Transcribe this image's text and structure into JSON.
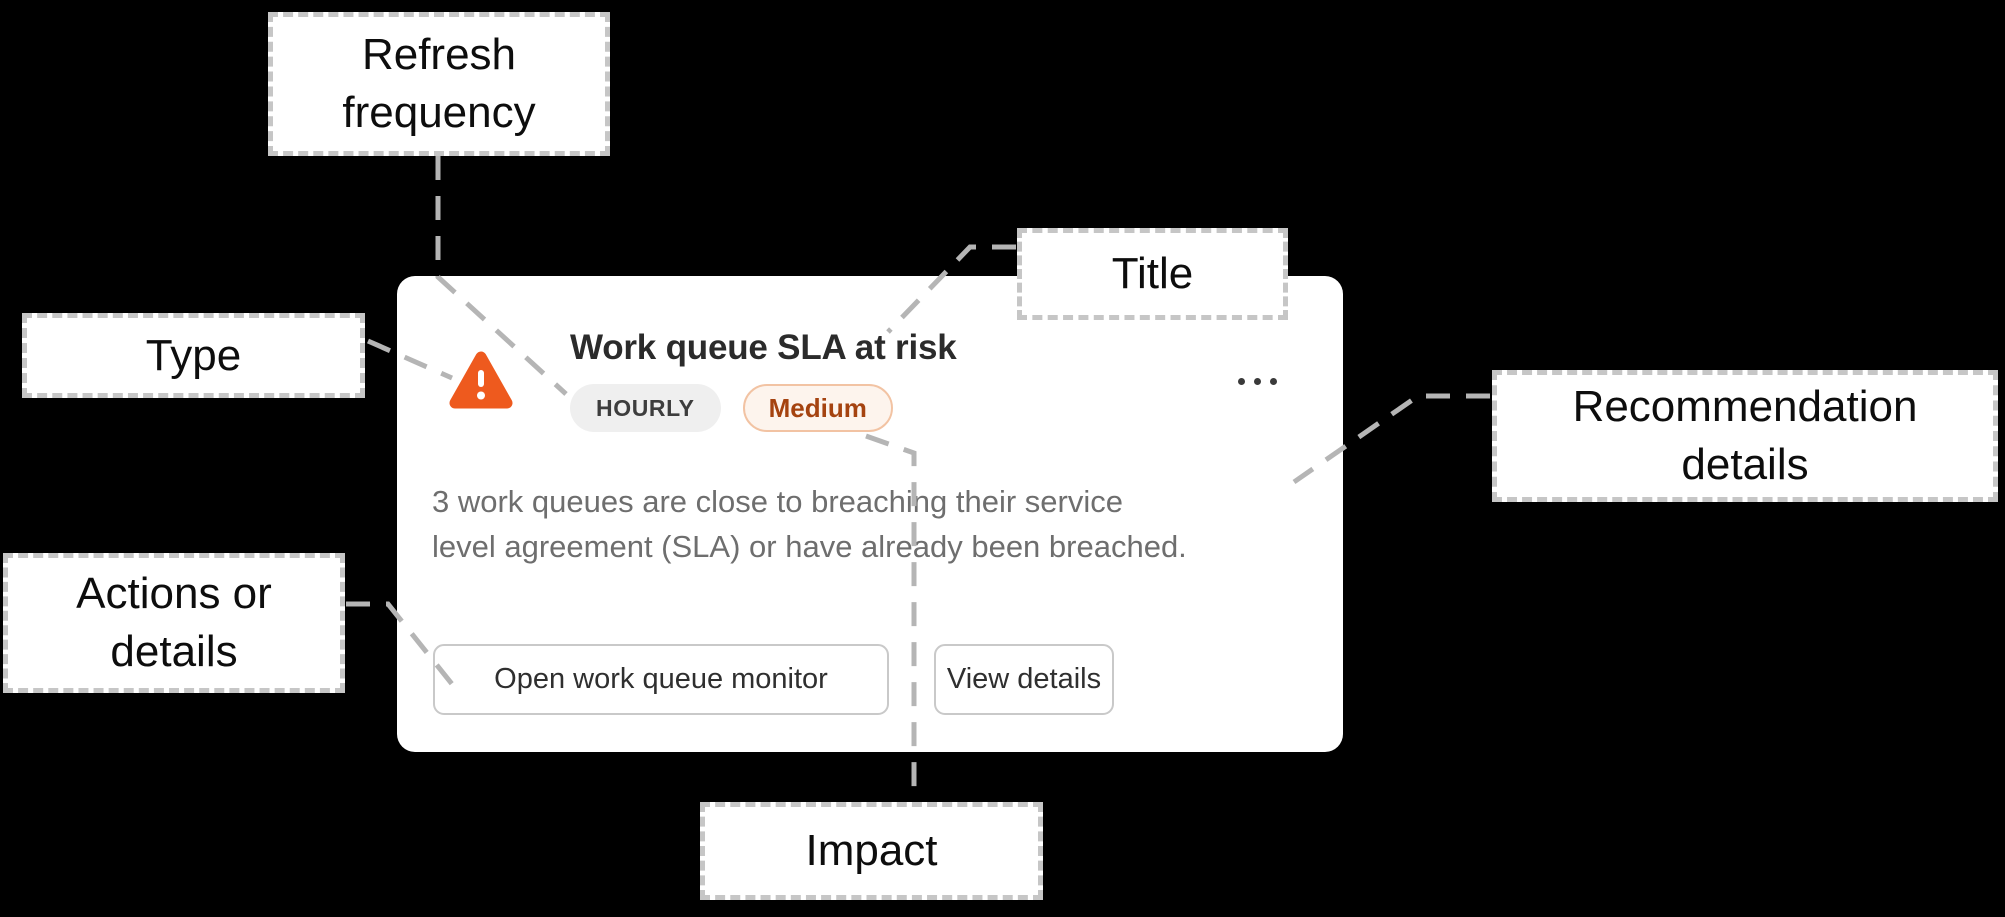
{
  "page": {
    "background": "#000000"
  },
  "card": {
    "title": "Work queue SLA at risk",
    "badges": [
      {
        "label": "HOURLY",
        "variant": "frequency"
      },
      {
        "label": "Medium",
        "variant": "impact"
      }
    ],
    "description_lines": [
      "3 work queues are close to breaching their service",
      "level agreement (SLA) or have already been breached."
    ],
    "actions": [
      {
        "label": "Open work queue monitor"
      },
      {
        "label": "View details"
      }
    ],
    "icons": {
      "warning": "alert-triangle-icon",
      "menu": "ellipsis-menu-icon"
    }
  },
  "callouts": {
    "refresh_frequency": {
      "lines": [
        "Refresh",
        "frequency"
      ]
    },
    "type": {
      "lines": [
        "Type"
      ]
    },
    "actions_or_details": {
      "lines": [
        "Actions or",
        "details"
      ]
    },
    "title": {
      "lines": [
        "Title"
      ]
    },
    "recommendation_details": {
      "lines": [
        "Recommendation",
        "details"
      ]
    },
    "impact": {
      "lines": [
        "Impact"
      ]
    }
  },
  "colors": {
    "warning_orange": "#EE5A1E",
    "impact_badge_text": "#A54310",
    "impact_badge_border": "#F2C3A3",
    "impact_badge_bg": "#FDF4ED",
    "frequency_badge_bg": "#EFEFEF",
    "connector_gray": "#B5B5B5",
    "card_bg": "#FFFFFF",
    "page_bg": "#000000"
  }
}
